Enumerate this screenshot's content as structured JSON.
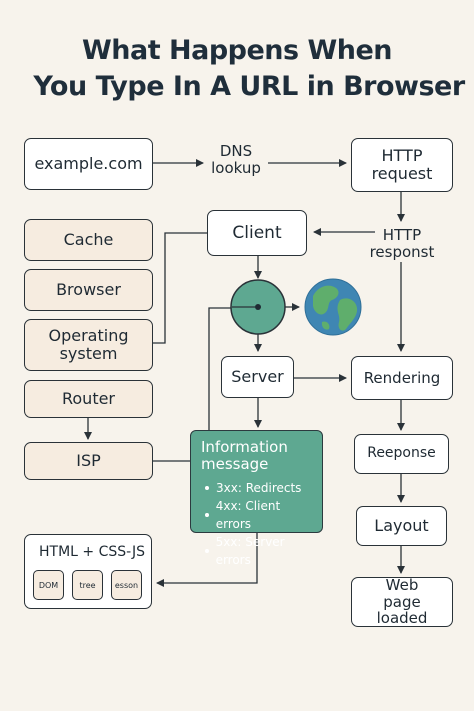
{
  "title": {
    "line1": "What Happens When",
    "line2": "You Type In A URL in Browser"
  },
  "nodes": {
    "example_com": "example.com",
    "dns_line1": "DNS",
    "dns_line2": "lookup",
    "http_request": "HTTP request",
    "cache": "Cache",
    "client": "Client",
    "http_response_line1": "HTTP",
    "http_response_line2": "responst",
    "browser": "Browser",
    "operating_system": "Operating system",
    "router": "Router",
    "isp": "ISP",
    "server": "Server",
    "rendering": "Rendering",
    "reeponse": "Reeponse",
    "layout": "Layout",
    "web_page_loaded": "Web page loaded"
  },
  "info_box": {
    "title": "Information message",
    "items": [
      "3xx: Redirects",
      "4xx: Client errors",
      "5xx: Server errors"
    ]
  },
  "html_box": {
    "title": "HTML + CSS-JS",
    "items": [
      "DOM",
      "tree",
      "esson"
    ]
  },
  "colors": {
    "background": "#f7f3ec",
    "beige_box": "#f6ece0",
    "green": "#5ea891",
    "globe_blue": "#3f86b3",
    "line": "#2a3238"
  },
  "icons": [
    "globe-icon",
    "network-node-icon"
  ]
}
